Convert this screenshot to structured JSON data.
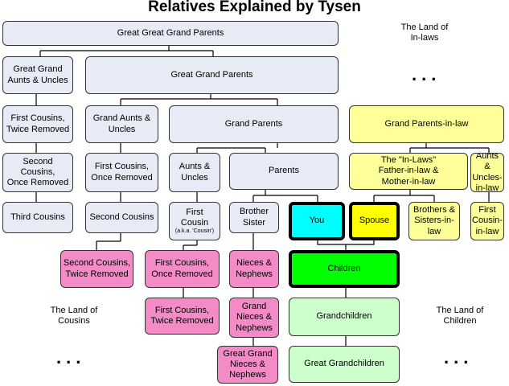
{
  "title": "Relatives Explained by Tysen",
  "nodes": {
    "great_great_grand_parents": "Great Great Grand Parents",
    "great_grand_aunts_uncles": [
      "Great Grand",
      "Aunts & Uncles"
    ],
    "great_grand_parents": "Great Grand Parents",
    "first_cousins_twice_removed_top": [
      "First Cousins,",
      "Twice Removed"
    ],
    "grand_aunts_uncles": [
      "Grand Aunts &",
      "Uncles"
    ],
    "grand_parents": "Grand Parents",
    "second_cousins_once_removed": [
      "Second Cousins,",
      "Once Removed"
    ],
    "first_cousins_once_removed_mid": [
      "First Cousins,",
      "Once Removed"
    ],
    "aunts_uncles": [
      "Aunts &",
      "Uncles"
    ],
    "parents": "Parents",
    "third_cousins": "Third Cousins",
    "second_cousins": "Second Cousins",
    "first_cousin": [
      "First",
      "Cousin"
    ],
    "first_cousin_aka": "(a.k.a. 'Cousin')",
    "brother_sister": [
      "Brother",
      "Sister"
    ],
    "you": "You",
    "spouse": "Spouse",
    "brothers_sisters_in_law": [
      "Brothers &",
      "Sisters-in-",
      "law"
    ],
    "first_cousin_in_law": [
      "First",
      "Cousin-",
      "in-law"
    ],
    "grand_parents_in_law": "Grand Parents-in-law",
    "in_laws": [
      "The \"In-Laws\"",
      "Father-in-law &",
      "Mother-in-law"
    ],
    "aunts_uncles_in_law": [
      "Aunts &",
      "Uncles-",
      "in-law"
    ],
    "second_cousins_twice_removed": [
      "Second Cousins,",
      "Twice Removed"
    ],
    "first_cousins_once_removed_pink": [
      "First Cousins,",
      "Once Removed"
    ],
    "nieces_nephews": [
      "Nieces &",
      "Nephews"
    ],
    "children": "Children",
    "first_cousins_twice_removed_pink": [
      "First Cousins,",
      "Twice Removed"
    ],
    "grand_nieces_nephews": [
      "Grand",
      "Nieces &",
      "Nephews"
    ],
    "grandchildren": "Grandchildren",
    "great_grand_nieces_nephews": [
      "Great Grand",
      "Nieces &",
      "Nephews"
    ],
    "great_grandchildren": "Great Grandchildren"
  },
  "regions": {
    "in_laws": [
      "The Land of",
      "In-laws"
    ],
    "cousins": [
      "The Land of",
      "Cousins"
    ],
    "children": [
      "The Land of",
      "Children"
    ]
  },
  "ellipsis": "...",
  "colors": {
    "ancestor": "#e6ebf5",
    "in_law": "#ffff99",
    "descendant_of_sibling": "#f38bc6",
    "own_descendant": "#ccffcc",
    "you": "#00ffff",
    "spouse": "#ffff00",
    "children": "#00ff00"
  }
}
